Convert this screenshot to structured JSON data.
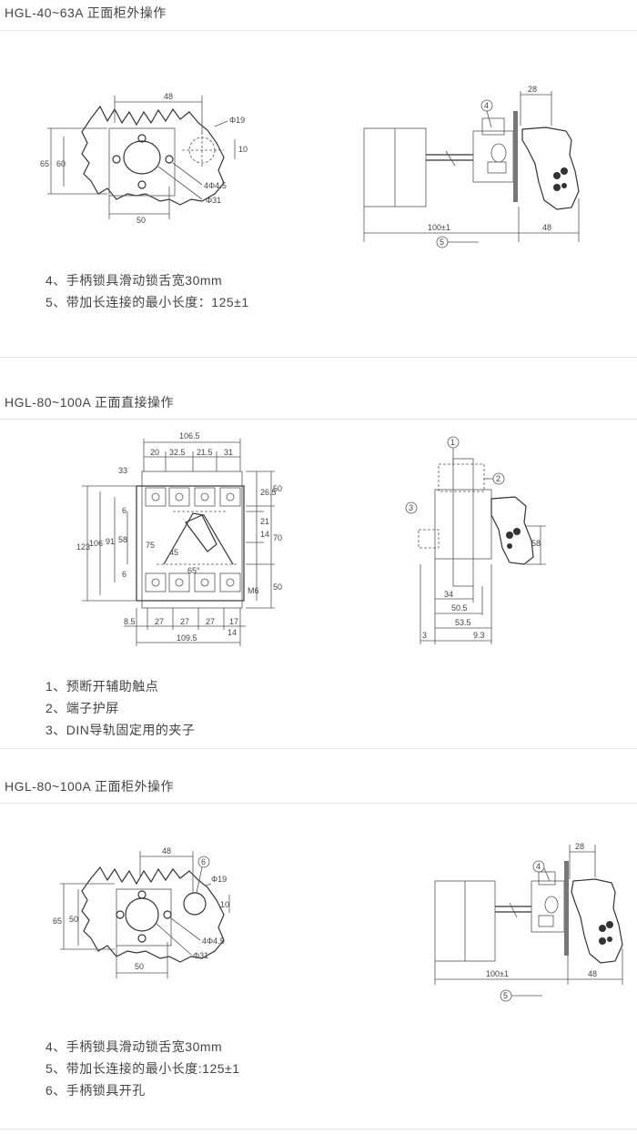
{
  "sections": [
    {
      "title": "HGL-40~63A 正面柜外操作",
      "notes": [
        "4、手柄锁具滑动锁舌宽30mm",
        "5、带加长连接的最小长度：125±1"
      ],
      "left_dims": {
        "w48": "48",
        "phi19": "Φ19",
        "d10": "10",
        "h65": "65",
        "h60": "60",
        "hole": "4Φ4.5",
        "phi31": "Φ31",
        "w50": "50"
      },
      "right_dims": {
        "d28": "28",
        "c4": "4",
        "d100": "100±1",
        "d48": "48",
        "c5": "5"
      }
    },
    {
      "title": "HGL-80~100A 正面直接操作",
      "notes": [
        "1、预断开辅助触点",
        "2、端子护屏",
        "3、DIN导轨固定用的夹子"
      ],
      "left_dims": {
        "w1065": "106.5",
        "a20": "20",
        "a325": "32.5",
        "a215": "21.5",
        "a31": "31",
        "v33": "33",
        "v6a": "6",
        "v123": "123",
        "v106": "106",
        "v91": "91",
        "v58": "58",
        "v6b": "6",
        "a75": "75",
        "a45": "45",
        "a65": "65°",
        "r265": "26.5",
        "r50a": "50",
        "r21": "21",
        "r14a": "14",
        "r70": "70",
        "r14b": "14",
        "m6": "M6",
        "r50b": "50",
        "b85": "8.5",
        "b27a": "27",
        "b27b": "27",
        "b27c": "27",
        "b17": "17",
        "b1095": "109.5"
      },
      "right_dims": {
        "c1": "1",
        "c2": "2",
        "c3": "3",
        "v58": "58",
        "b34": "34",
        "b505": "50.5",
        "b535": "53.5",
        "b3": "3",
        "b93": "9.3"
      }
    },
    {
      "title": "HGL-80~100A 正面柜外操作",
      "notes": [
        "4、手柄锁具滑动锁舌宽30mm",
        "5、带加长连接的最小长度:125±1",
        "6、手柄锁具开孔"
      ],
      "left_dims": {
        "w48": "48",
        "c6": "6",
        "phi19": "Φ19",
        "d10": "10",
        "h65": "65",
        "h50": "50",
        "hole": "4Φ4.5",
        "phi31": "Φ31",
        "w50": "50"
      },
      "right_dims": {
        "c4": "4",
        "d28": "28",
        "d100": "100±1",
        "d48": "48",
        "c5": "5"
      }
    }
  ]
}
